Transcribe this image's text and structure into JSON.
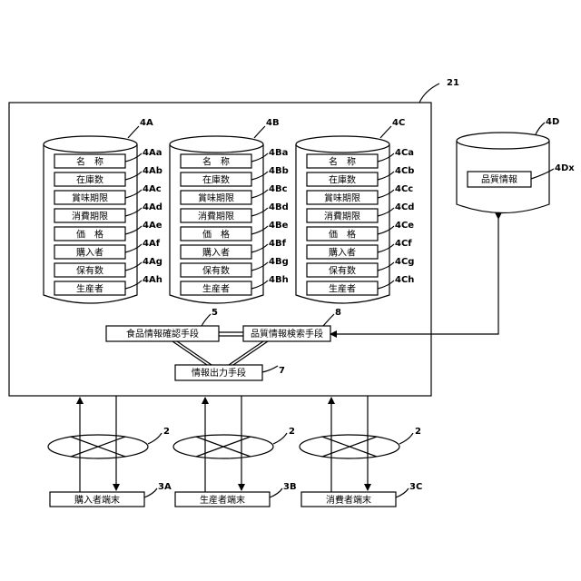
{
  "system_label": "21",
  "databases": [
    {
      "label": "4A",
      "fields": [
        {
          "text": "名　称",
          "ref": "4Aa"
        },
        {
          "text": "在庫数",
          "ref": "4Ab"
        },
        {
          "text": "賞味期限",
          "ref": "4Ac"
        },
        {
          "text": "消費期限",
          "ref": "4Ad"
        },
        {
          "text": "価　格",
          "ref": "4Ae"
        },
        {
          "text": "購入者",
          "ref": "4Af"
        },
        {
          "text": "保有数",
          "ref": "4Ag"
        },
        {
          "text": "生産者",
          "ref": "4Ah"
        }
      ]
    },
    {
      "label": "4B",
      "fields": [
        {
          "text": "名　称",
          "ref": "4Ba"
        },
        {
          "text": "在庫数",
          "ref": "4Bb"
        },
        {
          "text": "賞味期限",
          "ref": "4Bc"
        },
        {
          "text": "消費期限",
          "ref": "4Bd"
        },
        {
          "text": "価　格",
          "ref": "4Be"
        },
        {
          "text": "購入者",
          "ref": "4Bf"
        },
        {
          "text": "保有数",
          "ref": "4Bg"
        },
        {
          "text": "生産者",
          "ref": "4Bh"
        }
      ]
    },
    {
      "label": "4C",
      "fields": [
        {
          "text": "名　称",
          "ref": "4Ca"
        },
        {
          "text": "在庫数",
          "ref": "4Cb"
        },
        {
          "text": "賞味期限",
          "ref": "4Cc"
        },
        {
          "text": "消費期限",
          "ref": "4Cd"
        },
        {
          "text": "価　格",
          "ref": "4Ce"
        },
        {
          "text": "購入者",
          "ref": "4Cf"
        },
        {
          "text": "保有数",
          "ref": "4Cg"
        },
        {
          "text": "生産者",
          "ref": "4Ch"
        }
      ]
    }
  ],
  "quality_db": {
    "label": "4D",
    "field": "品質情報",
    "ref": "4Dx"
  },
  "modules": {
    "confirm": {
      "text": "食品情報確認手段",
      "ref": "5"
    },
    "search": {
      "text": "品質情報検索手段",
      "ref": "8"
    },
    "output": {
      "text": "情報出力手段",
      "ref": "7"
    }
  },
  "networks": [
    {
      "ref": "2"
    },
    {
      "ref": "2"
    },
    {
      "ref": "2"
    }
  ],
  "terminals": [
    {
      "text": "購入者端末",
      "ref": "3A"
    },
    {
      "text": "生産者端末",
      "ref": "3B"
    },
    {
      "text": "消費者端末",
      "ref": "3C"
    }
  ]
}
